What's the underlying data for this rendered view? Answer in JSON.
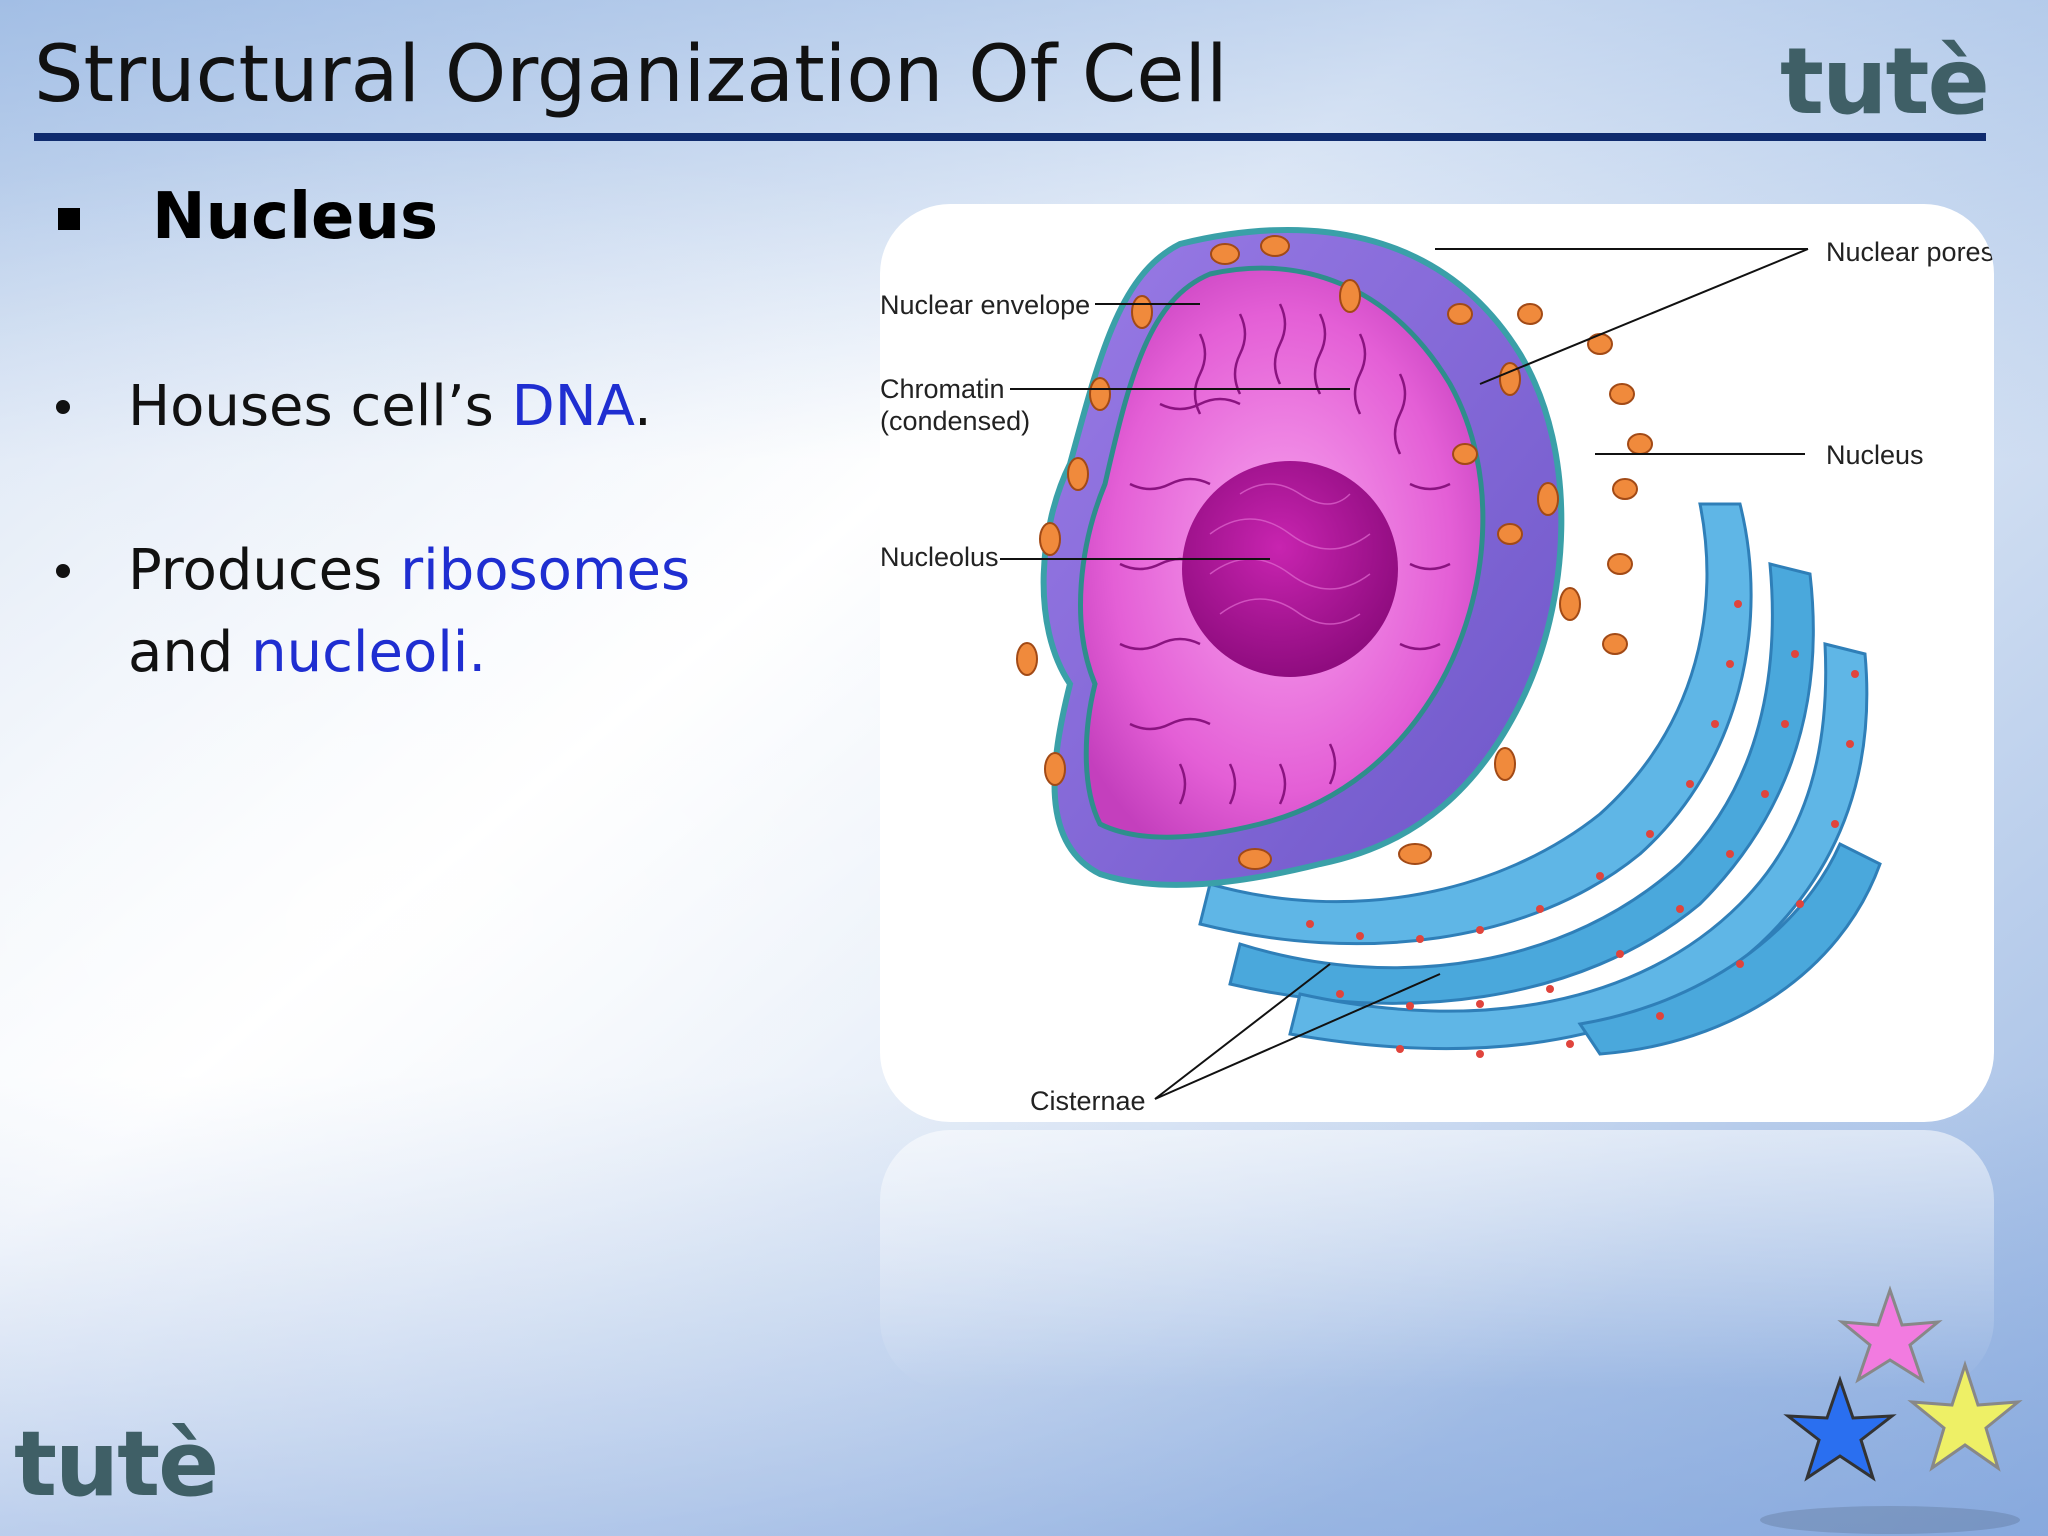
{
  "slide": {
    "title": "Structural Organization Of Cell",
    "logo_text": "tutè",
    "heading": "Nucleus",
    "bullets": [
      {
        "pre": "Houses cell’s ",
        "highlight": "DNA",
        "post": "."
      },
      {
        "pre": "Produces ",
        "highlight": "ribosomes",
        "mid": "and ",
        "highlight2": "nucleoli."
      }
    ]
  },
  "figure": {
    "labels": {
      "nuclear_envelope": "Nuclear envelope",
      "chromatin_line1": "Chromatin",
      "chromatin_line2": "(condensed)",
      "nucleolus": "Nucleolus",
      "nuclear_pores": "Nuclear pores",
      "nucleus": "Nucleus",
      "cisternae": "Cisternae"
    }
  },
  "colors": {
    "title_rule": "#0f2b6e",
    "highlight_text": "#1f2ed1",
    "logo": "#3f5f66",
    "nucleoplasm": "#e85fd8",
    "nucleolus": "#b5169e",
    "envelope": "#3aa0a8",
    "er": "#4aa8dc",
    "pore": "#f08a3c"
  },
  "icons": [
    "bullet-square-icon",
    "bullet-dot-icon",
    "star-decoration-icon"
  ]
}
